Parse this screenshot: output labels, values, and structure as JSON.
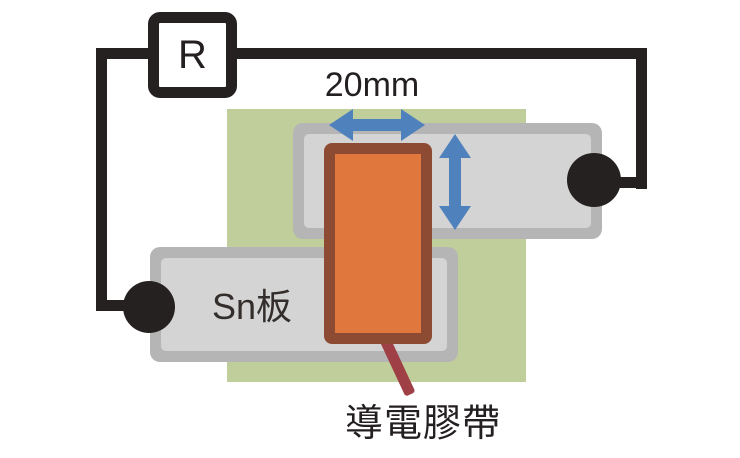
{
  "labels": {
    "resistor": "R",
    "dimension": "20mm",
    "plate": "Sn板",
    "tape": "導電膠帶"
  },
  "icons": {
    "horizontal_arrow": "double-headed-horizontal-arrow",
    "vertical_arrow": "double-headed-vertical-arrow",
    "contact_dot": "filled-circle-electrical-contact"
  },
  "colors": {
    "wire_black": "#262121",
    "substrate_green": "#c0ce9b",
    "plate_gray_outer": "#b5b5b5",
    "plate_gray_inner": "#d4d4d4",
    "tape_orange": "#e0773c",
    "tape_brown": "#8d4b33",
    "arrow_blue": "#4f81bd",
    "pointer_red": "#9e4045",
    "label_black": "#242021",
    "plate_label_gray": "#332e2b"
  }
}
